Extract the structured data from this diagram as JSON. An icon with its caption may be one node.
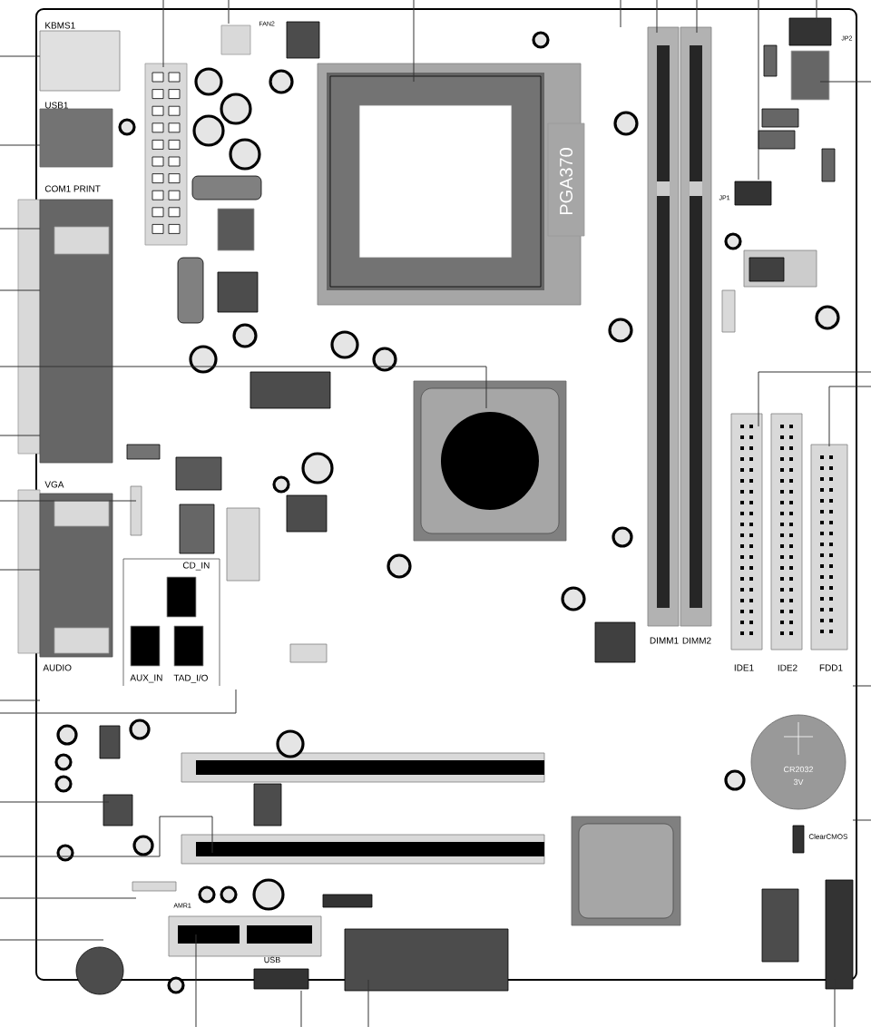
{
  "diagram": {
    "labels": [
      "KBMS1",
      "FAN2",
      "JP2",
      "USB1",
      "COM1 PRINT",
      "PGA370",
      "JP1",
      "VGA",
      "CD_IN",
      "AUDIO",
      "AUX_IN",
      "TAD_I/O",
      "DIMM1",
      "DIMM2",
      "IDE1",
      "IDE2",
      "FDD1",
      "CR2032",
      "3V",
      "ClearCMOS",
      "AMR1",
      "USB"
    ]
  }
}
